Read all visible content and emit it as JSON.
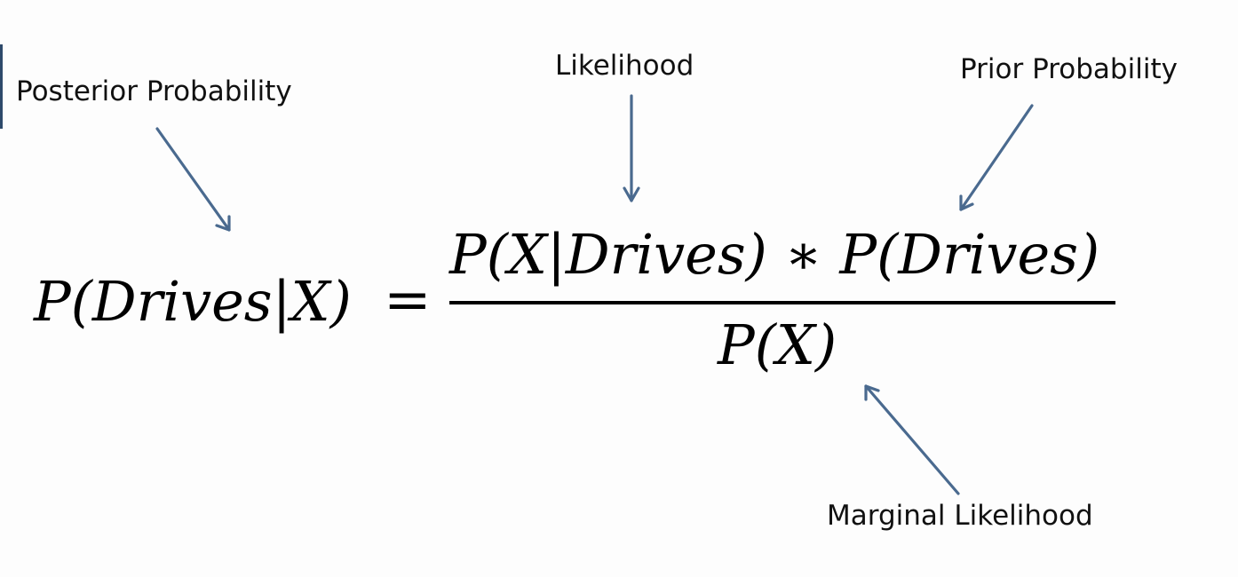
{
  "labels": {
    "posterior": "Posterior Probability",
    "likelihood": "Likelihood",
    "prior": "Prior Probability",
    "marginal": "Marginal Likelihood"
  },
  "formula": {
    "lhs": "P(Drives|X)",
    "equals": "=",
    "numerator": "P(X|Drives) ∗ P(Drives)",
    "denominator": "P(X)"
  },
  "colors": {
    "arrow": "#4a6a8f",
    "text": "#111111",
    "formula": "#000000"
  }
}
